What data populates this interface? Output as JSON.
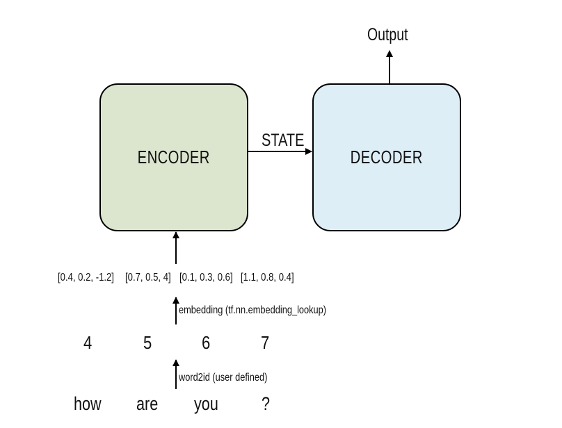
{
  "encoder": {
    "label": "ENCODER",
    "fill": "#dce6cf"
  },
  "decoder": {
    "label": "DECODER",
    "fill": "#ddeef7"
  },
  "state_label": "STATE",
  "output_label": "Output",
  "vectors": [
    "[0.4, 0.2, -1.2]",
    "[0.7, 0.5, 4]",
    "[0.1, 0.3, 0.6]",
    "[1.1, 0.8, 0.4]"
  ],
  "embedding_label": "embedding (tf.nn.embedding_lookup)",
  "ids": [
    "4",
    "5",
    "6",
    "7"
  ],
  "word2id_label": "word2id (user defined)",
  "words": [
    "how",
    "are",
    "you",
    "?"
  ]
}
